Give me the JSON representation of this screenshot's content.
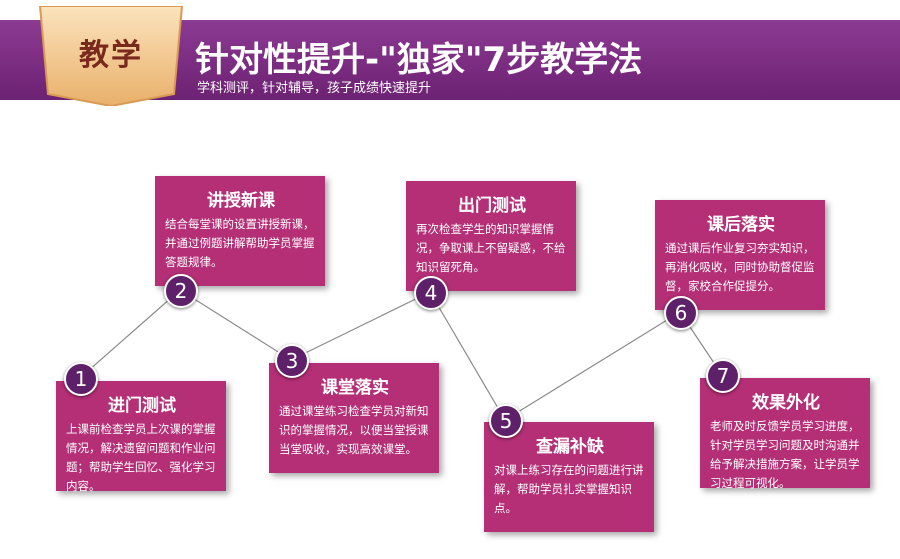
{
  "header": {
    "badge": "教学",
    "title": "针对性提升-\"独家\"7步教学法",
    "subtitle": "学科测评，针对辅导，孩子成绩快速提升"
  },
  "colors": {
    "banner": "#7a2a80",
    "card": "#b42f76",
    "number": "#5e2169",
    "badge": "#f2c58a"
  },
  "steps": [
    {
      "num": "1",
      "title": "进门测试",
      "desc": "上课前检查学员上次课的掌握情况，解决遗留问题和作业问题；帮助学生回忆、强化学习内容。"
    },
    {
      "num": "2",
      "title": "讲授新课",
      "desc": "结合每堂课的设置讲授新课，并通过例题讲解帮助学员掌握答题规律。"
    },
    {
      "num": "3",
      "title": "课堂落实",
      "desc": "通过课堂练习检查学员对新知识的掌握情况，以便当堂授课当堂吸收，实现高效课堂。"
    },
    {
      "num": "4",
      "title": "出门测试",
      "desc": "再次检查学生的知识掌握情况，争取课上不留疑惑，不给知识留死角。"
    },
    {
      "num": "5",
      "title": "查漏补缺",
      "desc": "对课上练习存在的问题进行讲解，帮助学员扎实掌握知识点。"
    },
    {
      "num": "6",
      "title": "课后落实",
      "desc": "通过课后作业复习夯实知识，再消化吸收，同时协助督促监督，家校合作促提分。"
    },
    {
      "num": "7",
      "title": "效果外化",
      "desc": "老师及时反馈学员学习进度，针对学员学习问题及时沟通并给予解决措施方案，让学员学习过程可视化。"
    }
  ]
}
